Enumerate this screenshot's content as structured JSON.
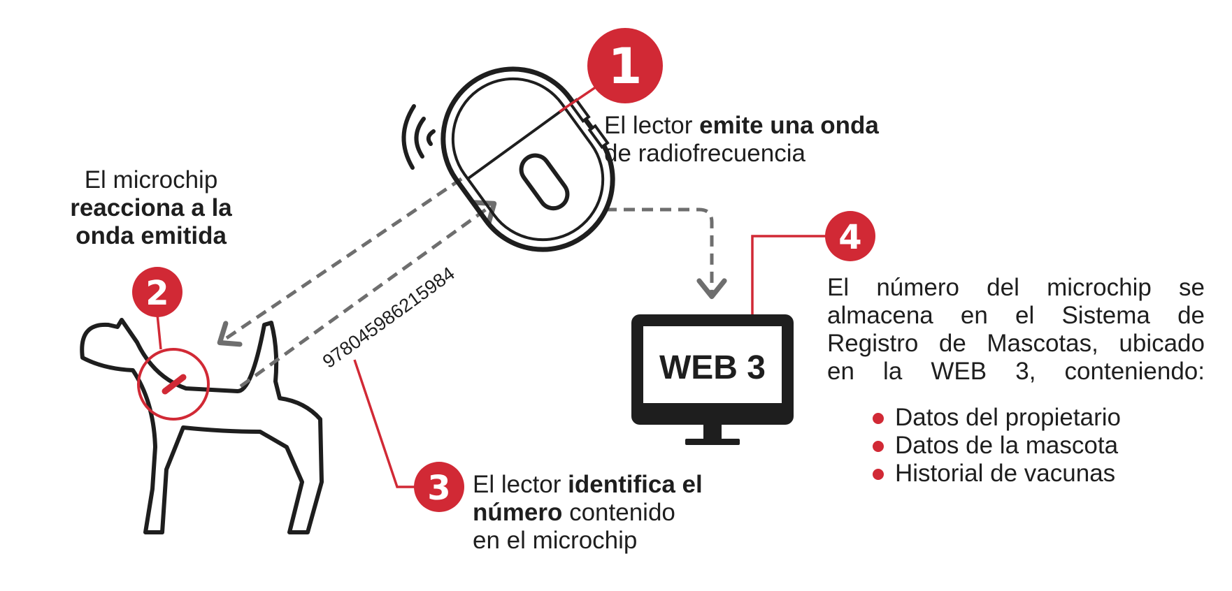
{
  "colors": {
    "accent": "#d12935",
    "ink": "#1e1e1e",
    "dash": "#6e6e6e",
    "background": "#ffffff"
  },
  "icons": [
    "dog-icon",
    "reader-device-icon",
    "radio-wave-icon",
    "monitor-icon",
    "microchip-icon"
  ],
  "steps": [
    {
      "number": "1",
      "plain_before": "El lector ",
      "bold": "emite una onda",
      "plain_after": "de radiofrecuencia"
    },
    {
      "number": "2",
      "plain_before": "El microchip",
      "bold_line1": "reacciona a la",
      "bold_line2": "onda emitida"
    },
    {
      "number": "3",
      "plain_before": "El lector ",
      "bold_line1": "identifica el",
      "bold_line2": "número",
      "plain_after_inline": " contenido",
      "plain_after": "en el microchip"
    },
    {
      "number": "4",
      "text": "El número del microchip se almacena en el Sistema de Registro de Mascotas, ubicado en la WEB 3, conteniendo:"
    }
  ],
  "step4_lines": [
    "El número del microchip se",
    "almacena en el Sistema de",
    "Registro de Mascotas, ubicado",
    "en la WEB 3, conteniendo:"
  ],
  "chip_number": "978045986215984",
  "monitor_label": "WEB 3",
  "bullets": [
    "Datos del propietario",
    "Datos de la mascota",
    "Historial de vacunas"
  ]
}
